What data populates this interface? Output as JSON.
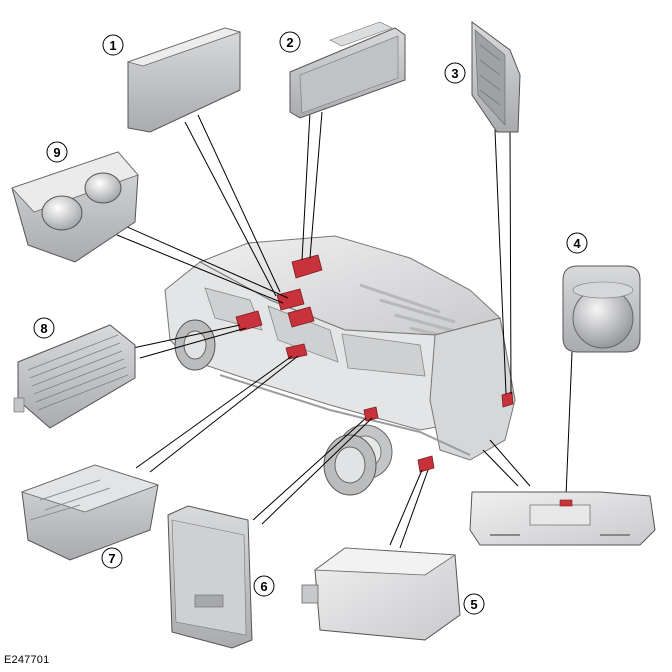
{
  "figure_code": "E247701",
  "callouts": [
    "1",
    "2",
    "3",
    "4",
    "5",
    "6",
    "7",
    "8",
    "9"
  ],
  "colors": {
    "module_highlight": "#c8323a",
    "component_gray": "#d2d3d5",
    "line": "#000000"
  }
}
